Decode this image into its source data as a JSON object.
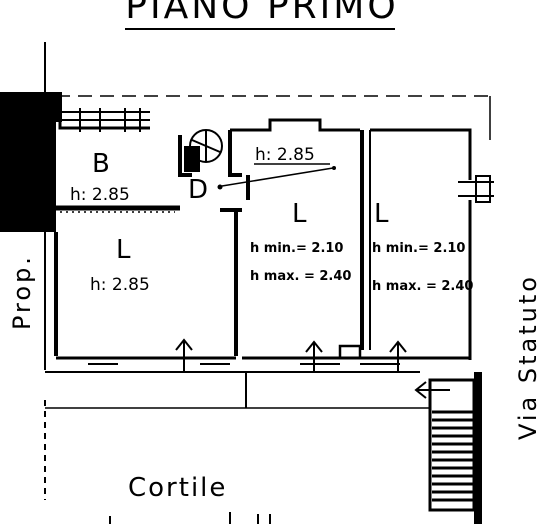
{
  "title": "PIANO PRIMO",
  "rooms": {
    "b": {
      "letter": "B",
      "height": "h: 2.85"
    },
    "d": {
      "letter": "D",
      "height": "h: 2.85"
    },
    "l1": {
      "letter": "L",
      "height": "h: 2.85"
    },
    "l2": {
      "letter": "L",
      "hmin": "h min.= 2.10",
      "hmax": "h max. = 2.40"
    },
    "l3": {
      "letter": "L",
      "hmin": "h min.= 2.10",
      "hmax": "h max. = 2.40"
    }
  },
  "labels": {
    "prop": "Prop.",
    "street": "Via  Statuto",
    "courtyard": "Cortile"
  }
}
